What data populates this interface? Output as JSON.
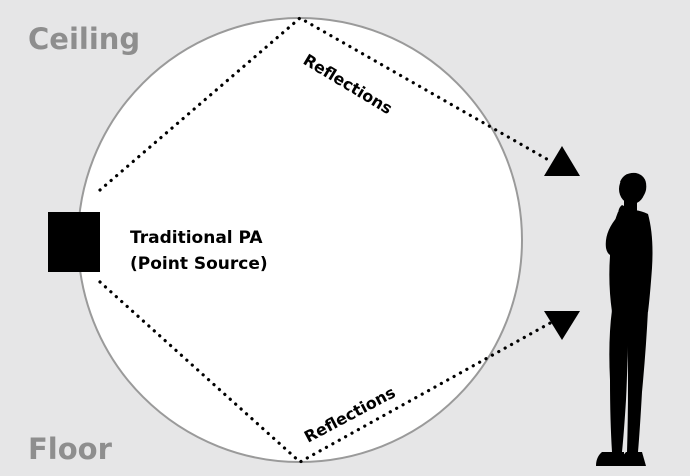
{
  "labels": {
    "ceiling": "Ceiling",
    "floor": "Floor",
    "source_line1": "Traditional PA",
    "source_line2": "(Point Source)",
    "reflection_upper": "Reflections",
    "reflection_lower": "Reflections"
  },
  "colors": {
    "background": "#e6e6e7",
    "circle_fill": "#ffffff",
    "circle_stroke": "#9a9a9a",
    "room_label": "#8e8e8e",
    "ink": "#000000"
  },
  "icons": {
    "speaker": "square-speaker-icon",
    "listener": "standing-person-silhouette-icon",
    "arrow_upper": "triangle-up-arrow-icon",
    "arrow_lower": "triangle-down-arrow-icon"
  }
}
